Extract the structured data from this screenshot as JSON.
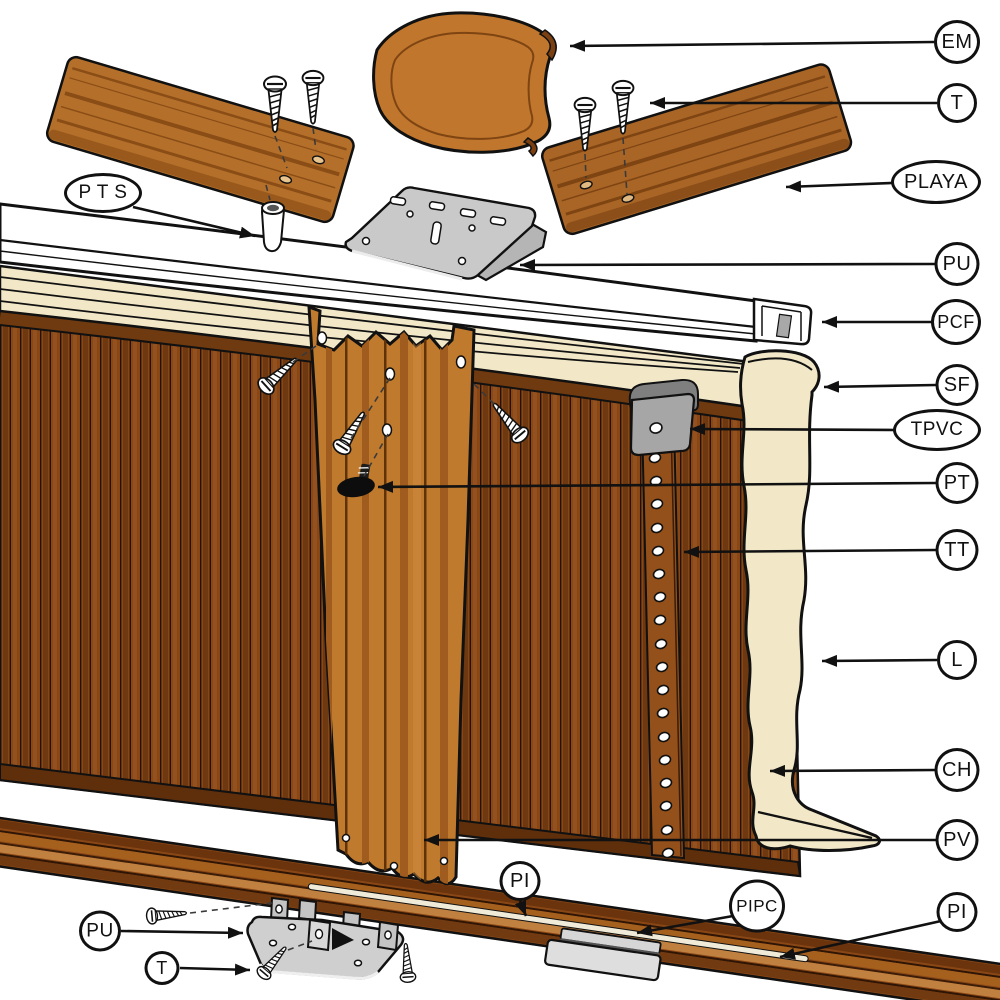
{
  "diagram": {
    "type": "exploded-parts-diagram",
    "callouts": [
      {
        "id": "em",
        "code": "EM"
      },
      {
        "id": "t-top",
        "code": "T"
      },
      {
        "id": "playa",
        "code": "PLAYA"
      },
      {
        "id": "pu-top",
        "code": "PU"
      },
      {
        "id": "pcf",
        "code": "PCF"
      },
      {
        "id": "sf",
        "code": "SF"
      },
      {
        "id": "tpvc",
        "code": "TPVC"
      },
      {
        "id": "pt",
        "code": "PT"
      },
      {
        "id": "tt",
        "code": "TT"
      },
      {
        "id": "l",
        "code": "L"
      },
      {
        "id": "ch",
        "code": "CH"
      },
      {
        "id": "pv",
        "code": "PV"
      },
      {
        "id": "pi-right",
        "code": "PI"
      },
      {
        "id": "pi-mid",
        "code": "PI"
      },
      {
        "id": "pipc",
        "code": "PIPC"
      },
      {
        "id": "pu-bottom",
        "code": "PU"
      },
      {
        "id": "t-bottom",
        "code": "T"
      },
      {
        "id": "pts",
        "code": "P T S"
      }
    ],
    "palette": {
      "wood_mid": "#b4702a",
      "wood_dark": "#8a4716",
      "wood_light": "#c08040",
      "pv_orange": "#c07a2e",
      "liner_cream": "#f2e8c8",
      "metal_gray": "#c9c9c9",
      "pvc_gray": "#a6a6a6",
      "outline": "#111111"
    }
  }
}
